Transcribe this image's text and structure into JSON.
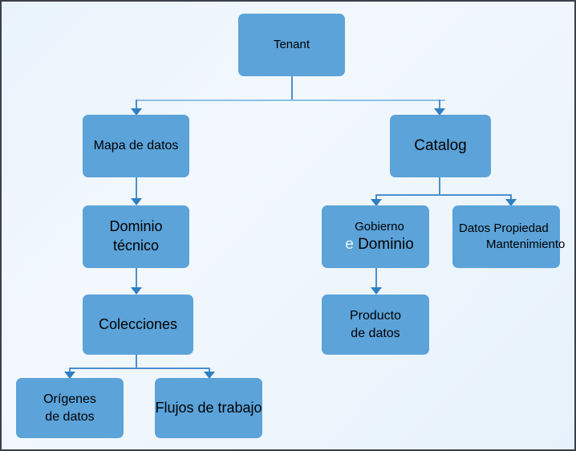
{
  "diagram": {
    "title": "Tenant data architecture hierarchy",
    "colors": {
      "node_fill": "#5ba3d9",
      "node_text": "#000000",
      "accent_text": "#e8f4fc",
      "connector_light": "#8cc1e6",
      "connector_dark": "#4a90cf",
      "arrow": "#2f7fc4",
      "background_light": "#f2f8fd",
      "background_tint": "#e6f1fb",
      "frame_border": "#3a3f4b"
    },
    "nodes": [
      {
        "id": "tenant",
        "label": "Tenant",
        "lines": [
          "Tenant"
        ]
      },
      {
        "id": "mapa-datos",
        "label": "Mapa de datos",
        "lines": [
          "Mapa de datos"
        ]
      },
      {
        "id": "catalog",
        "label": "Catalog",
        "lines": [
          "Catalog"
        ]
      },
      {
        "id": "dominio-tecnico",
        "label": "Dominio tecnico",
        "lines": [
          "Dominio",
          "técnico"
        ]
      },
      {
        "id": "gobierno",
        "label": "Gobierno e Dominio",
        "lines": [
          "Gobierno",
          "e",
          "Dominio"
        ]
      },
      {
        "id": "datos-propiedad",
        "label": "Datos Propiedad Mantenimiento",
        "lines": [
          "Datos  Propiedad",
          "Mantenimiento"
        ]
      },
      {
        "id": "colecciones",
        "label": "Colecciones",
        "lines": [
          "Colecciones"
        ]
      },
      {
        "id": "producto-datos",
        "label": "Producto de datos",
        "lines": [
          "Producto",
          "de datos"
        ]
      },
      {
        "id": "origenes-datos",
        "label": "Origenes de datos",
        "lines": [
          "Orígenes",
          "de datos"
        ]
      },
      {
        "id": "flujos-trabajo",
        "label": "Flujos de trabajo",
        "lines": [
          "Flujos de trabajo"
        ]
      }
    ],
    "labels": {
      "tenant": "Tenant",
      "mapa_datos": "Mapa de datos",
      "catalog": "Catalog",
      "dominio_l1": "Dominio",
      "dominio_l2": "técnico",
      "gobierno_l1": "Gobierno",
      "gobierno_e": "e",
      "gobierno_dominio": "Dominio",
      "datos_propiedad_l1": "Datos  Propiedad",
      "datos_propiedad_l2": "Mantenimiento",
      "colecciones": "Colecciones",
      "producto_l1": "Producto",
      "producto_l2": "de datos",
      "origenes_l1": "Orígenes",
      "origenes_l2": "de datos",
      "flujos": "Flujos de trabajo"
    },
    "edges": [
      {
        "from": "tenant",
        "to": "mapa-datos"
      },
      {
        "from": "tenant",
        "to": "catalog"
      },
      {
        "from": "mapa-datos",
        "to": "dominio-tecnico"
      },
      {
        "from": "dominio-tecnico",
        "to": "colecciones"
      },
      {
        "from": "colecciones",
        "to": "origenes-datos"
      },
      {
        "from": "colecciones",
        "to": "flujos-trabajo"
      },
      {
        "from": "catalog",
        "to": "gobierno"
      },
      {
        "from": "catalog",
        "to": "datos-propiedad"
      },
      {
        "from": "gobierno",
        "to": "producto-datos"
      }
    ]
  }
}
